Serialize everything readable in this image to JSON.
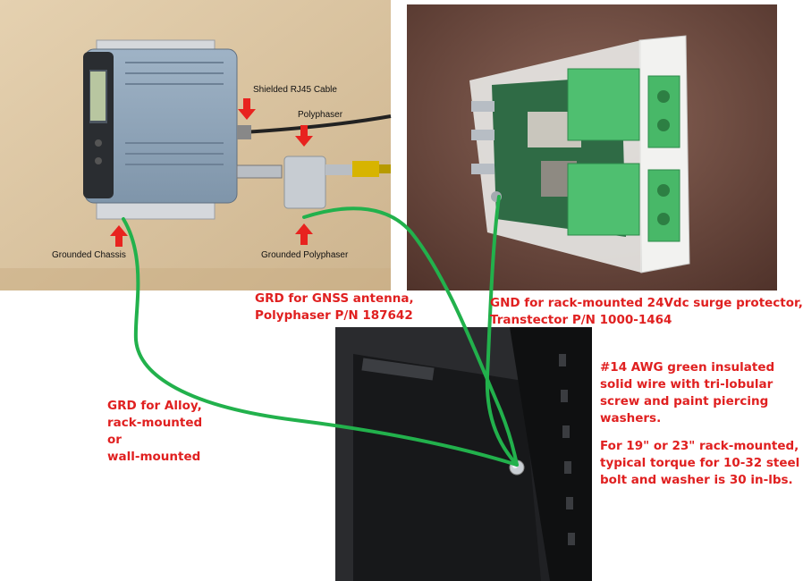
{
  "photo1": {
    "labels": {
      "shielded_cable": "Shielded RJ45 Cable",
      "polyphaser": "Polyphaser",
      "grounded_chassis": "Grounded Chassis",
      "grounded_polyphaser": "Grounded Polyphaser"
    }
  },
  "annotations": {
    "gnss_line1": "GRD for GNSS antenna,",
    "gnss_line2": "Polyphaser P/N 187642",
    "surge_line1": "GND for rack-mounted 24Vdc surge protector,",
    "surge_line2": "Transtector P/N 1000-1464",
    "alloy_line1": "GRD for Alloy,",
    "alloy_line2": "rack-mounted",
    "alloy_line3": "or",
    "alloy_line4": "wall-mounted",
    "wire_line1": "#14 AWG green insulated",
    "wire_line2": "solid wire with tri-lobular",
    "wire_line3": "screw and paint piercing",
    "wire_line4": "washers.",
    "torque_line1": "For 19\" or 23\" rack-mounted,",
    "torque_line2": "typical torque for 10-32 steel",
    "torque_line3": "bolt and washer is 30 in-lbs."
  },
  "colors": {
    "label_red": "#e02020",
    "wire_green": "#22b14c",
    "arrow_red": "#e8231f"
  }
}
